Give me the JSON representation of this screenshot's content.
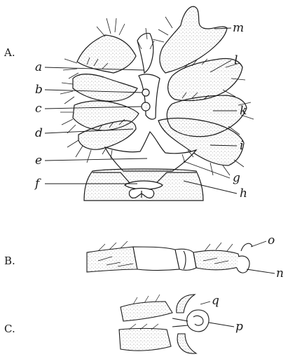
{
  "panels": {
    "a": "A.",
    "b": "B.",
    "c": "C."
  },
  "labels": {
    "a": "a",
    "b": "b",
    "c": "c",
    "d": "d",
    "e": "e",
    "f": "f",
    "g": "g",
    "h": "h",
    "i": "i",
    "k": "k",
    "l": "l",
    "m": "m",
    "n": "n",
    "o": "o",
    "p": "p",
    "q": "q"
  },
  "colors": {
    "ink": "#1a1a1a",
    "stipple": "#8a8a8a",
    "paper": "#ffffff"
  }
}
